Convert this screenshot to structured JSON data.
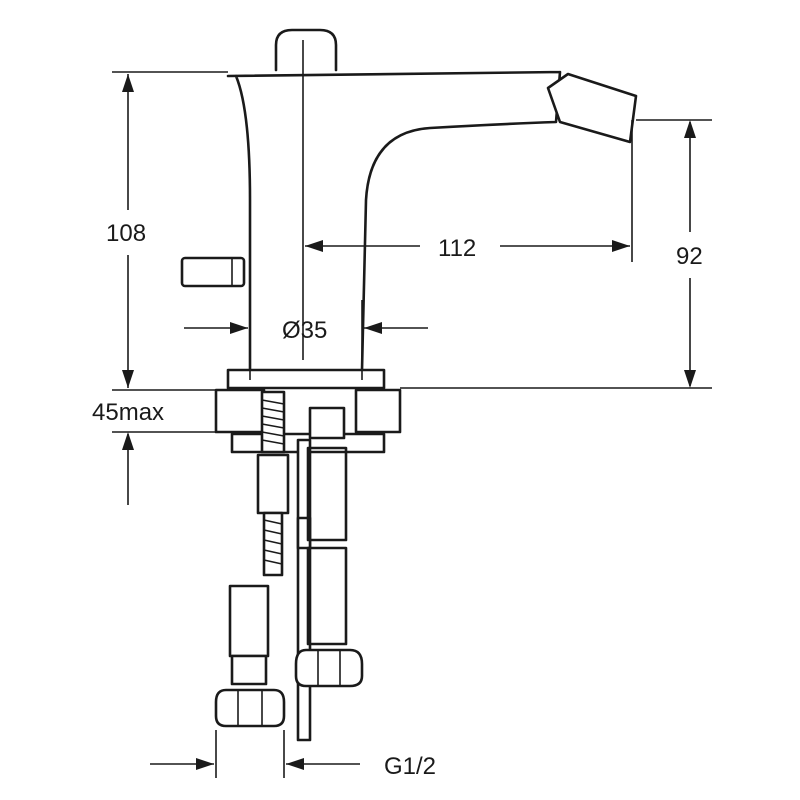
{
  "dimensions": {
    "height_total": "108",
    "spout_reach": "112",
    "spout_height": "92",
    "body_diameter": "Ø35",
    "max_deck_thickness": "45max",
    "connection_thread": "G1/2"
  },
  "colors": {
    "line": "#1a1a1a",
    "background": "#ffffff"
  }
}
